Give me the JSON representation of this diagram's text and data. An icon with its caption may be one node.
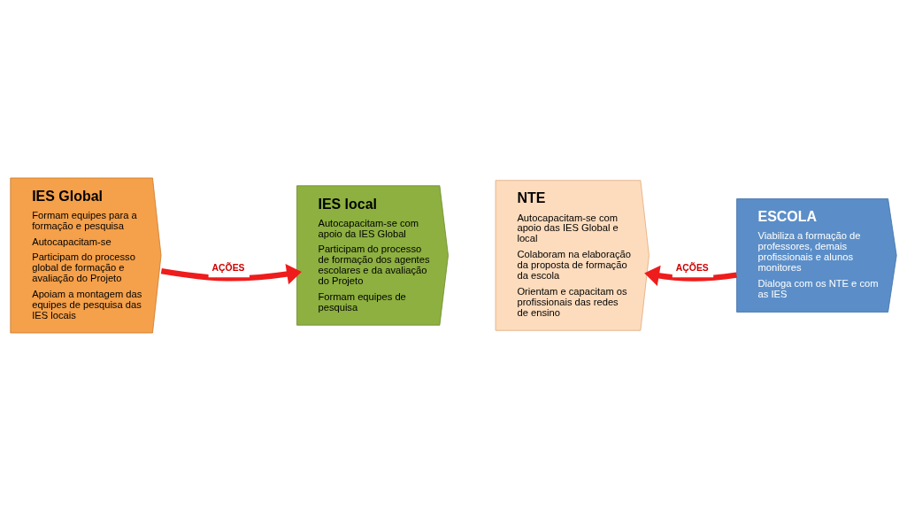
{
  "diagram": {
    "nodes": [
      {
        "text": [
          "IES Global",
          "Formam equipes para a formação e pesquisa",
          "Autocapacitam-se",
          "Participam do processo global de formação e avaliação do Projeto",
          "Apoiam a montagem das equipes de pesquisa das IES locais"
        ]
      },
      {
        "text": [
          "IES local",
          "Autocapacitam-se com apoio da IES Global",
          "Participam do processo de formação dos agentes escolares e da avaliação do Projeto",
          "Formam equipes de pesquisa"
        ]
      },
      {
        "text": [
          "NTE",
          "Autocapacitam-se com apoio das IES Global e local",
          "Colaboram na elaboração da proposta de formação da escola",
          "Orientam e capacitam os profissionais das redes de ensino"
        ]
      },
      {
        "text": [
          "ESCOLA",
          "Viabiliza a formação de professores, demais profissionais e alunos monitores",
          "Dialoga com os NTE e com as IES"
        ]
      }
    ],
    "edges": [
      {
        "from": 0,
        "to": 1,
        "arrow": "to",
        "label": "AÇÕES"
      },
      {
        "from": 3,
        "to": 2,
        "arrow": "to",
        "label": "AÇÕES"
      }
    ]
  }
}
